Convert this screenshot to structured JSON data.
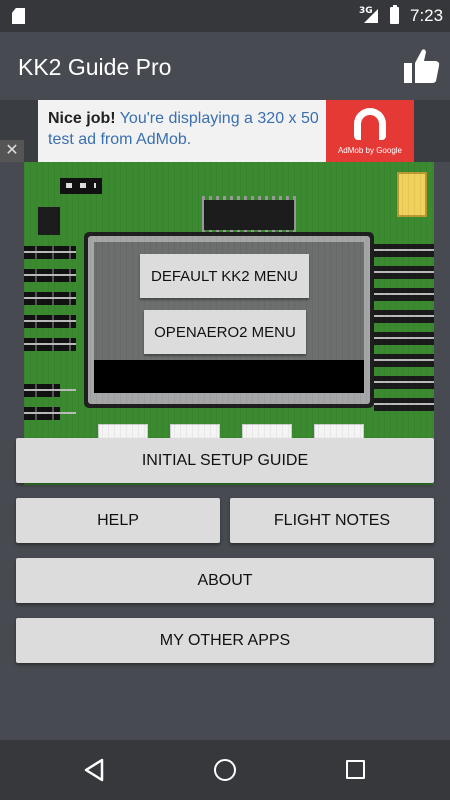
{
  "status_bar": {
    "network": "3G",
    "time": "7:23"
  },
  "app_bar": {
    "title": "KK2 Guide Pro",
    "action_icon": "thumbs-up-icon"
  },
  "ad": {
    "headline": "Nice job!",
    "body": " You're displaying a 320 x 50 test ad from AdMob.",
    "logo_text": "AdMob by Google",
    "close_glyph": "✕"
  },
  "lcd_menu": {
    "default_label": "DEFAULT KK2 MENU",
    "openaero_label": "OPENAERO2 MENU"
  },
  "menu": {
    "setup_label": "INITIAL SETUP GUIDE",
    "help_label": "HELP",
    "notes_label": "FLIGHT NOTES",
    "about_label": "ABOUT",
    "apps_label": "MY OTHER APPS"
  },
  "colors": {
    "board": "#3b8a2f",
    "button": "#dcdcdc",
    "background": "#474b51",
    "ad_accent": "#e53935"
  }
}
